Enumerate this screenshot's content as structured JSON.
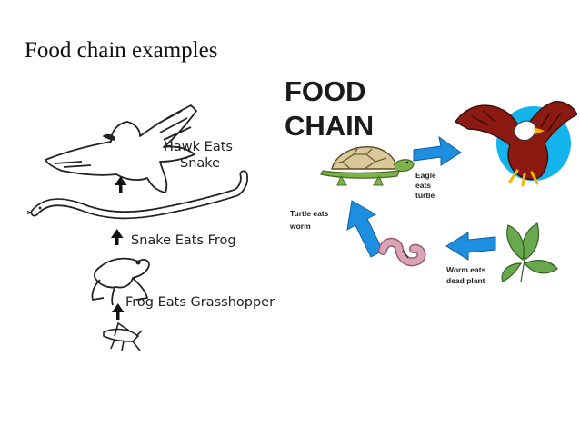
{
  "slide": {
    "title": "Food chain examples"
  },
  "left_diagram": {
    "labels": {
      "hawk_1": "Hawk Eats",
      "hawk_2": "Snake",
      "snake": "Snake Eats Frog",
      "frog": "Frog Eats Grasshopper"
    }
  },
  "right_diagram": {
    "headline_1": "FOOD",
    "headline_2": "CHAIN",
    "labels": {
      "eagle_1": "Eagle",
      "eagle_2": "eats",
      "eagle_3": "turtle",
      "turtle_1": "Turtle eats",
      "turtle_2": "worm",
      "worm_1": "Worm eats",
      "worm_2": "dead plant"
    },
    "colors": {
      "arrow": "#1e8fe0",
      "sun": "#13b3ec",
      "turtle_shell": "#d8c89a",
      "worm": "#d9a3b8",
      "leaf": "#6aa84f"
    }
  }
}
